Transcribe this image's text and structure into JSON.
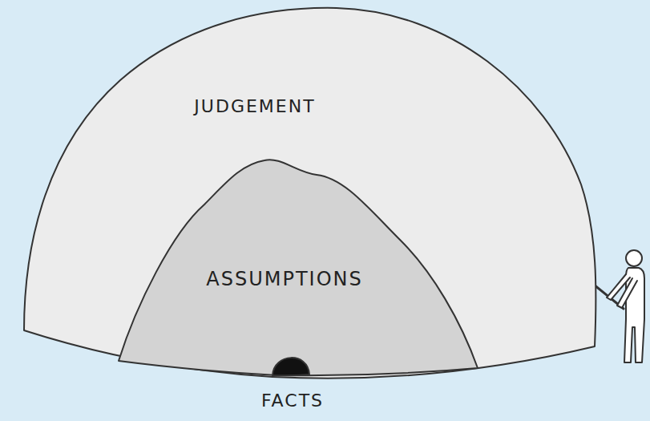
{
  "diagram": {
    "nodes": [
      {
        "text": [
          "JUDGEMENT"
        ]
      },
      {
        "text": [
          "ASSUMPTIONS"
        ],
        "in": 0
      },
      {
        "text": [
          "FACTS"
        ],
        "in": 1
      }
    ]
  }
}
